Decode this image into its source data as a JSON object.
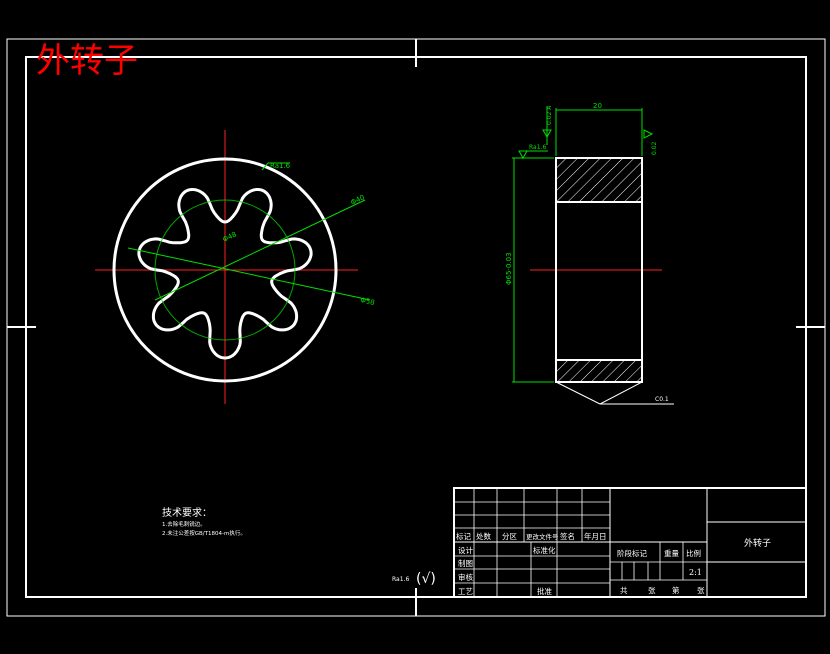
{
  "drawing": {
    "title_overlay": "外转子",
    "part_name": "外转子"
  },
  "tech_requirements": {
    "heading": "技术要求：",
    "items": [
      "1.去除毛刺锐边。",
      "2.未注公差按GB/T1804-m执行。"
    ]
  },
  "roughness": {
    "label": "Ra1.6",
    "symbol": "(√)"
  },
  "title_block": {
    "row_headers": [
      "标记",
      "处数",
      "分区",
      "更改文件号",
      "签名",
      "年月日"
    ],
    "design": "设计",
    "standardize": "标准化",
    "drafting": "制图",
    "checking": "审核",
    "process": "工艺",
    "approve": "批准",
    "stage_mark": "阶段标记",
    "weight": "重量",
    "scale_label": "比例",
    "scale_value": "2:1",
    "sheets_total": "共",
    "sheets_of": "张",
    "sheet_no": "第",
    "sheet_word": "张"
  },
  "dimensions": {
    "front_top": "Ra1.6",
    "front_d1": "Φ48",
    "front_d2": "Φ40",
    "front_d3": "Φ58",
    "side_width": "20",
    "side_dia": "Φ65-0.03",
    "side_left_tol": "0.02 A",
    "side_right_tol": "0.02",
    "side_ra": "Ra1.6",
    "side_edge": "C0.1"
  },
  "colors": {
    "frame": "#ffffff",
    "centerline": "#ff2020",
    "dimension": "#00e000",
    "title_red": "#ff0000"
  }
}
